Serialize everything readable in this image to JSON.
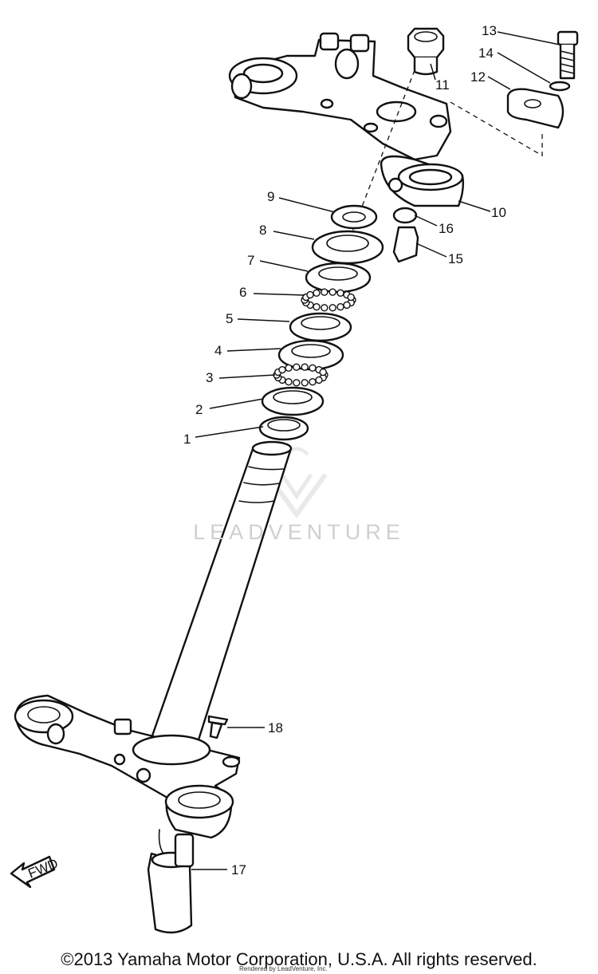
{
  "diagram": {
    "callouts": [
      "1",
      "2",
      "3",
      "4",
      "5",
      "6",
      "7",
      "8",
      "9",
      "10",
      "11",
      "12",
      "13",
      "14",
      "15",
      "16",
      "17",
      "18"
    ],
    "fwd_label": "FWD"
  },
  "watermark": "LEADVENTURE",
  "footer": {
    "copyright": "©2013 Yamaha Motor Corporation, U.S.A. All rights reserved.",
    "credit": "Rendered by LeadVenture, Inc."
  }
}
